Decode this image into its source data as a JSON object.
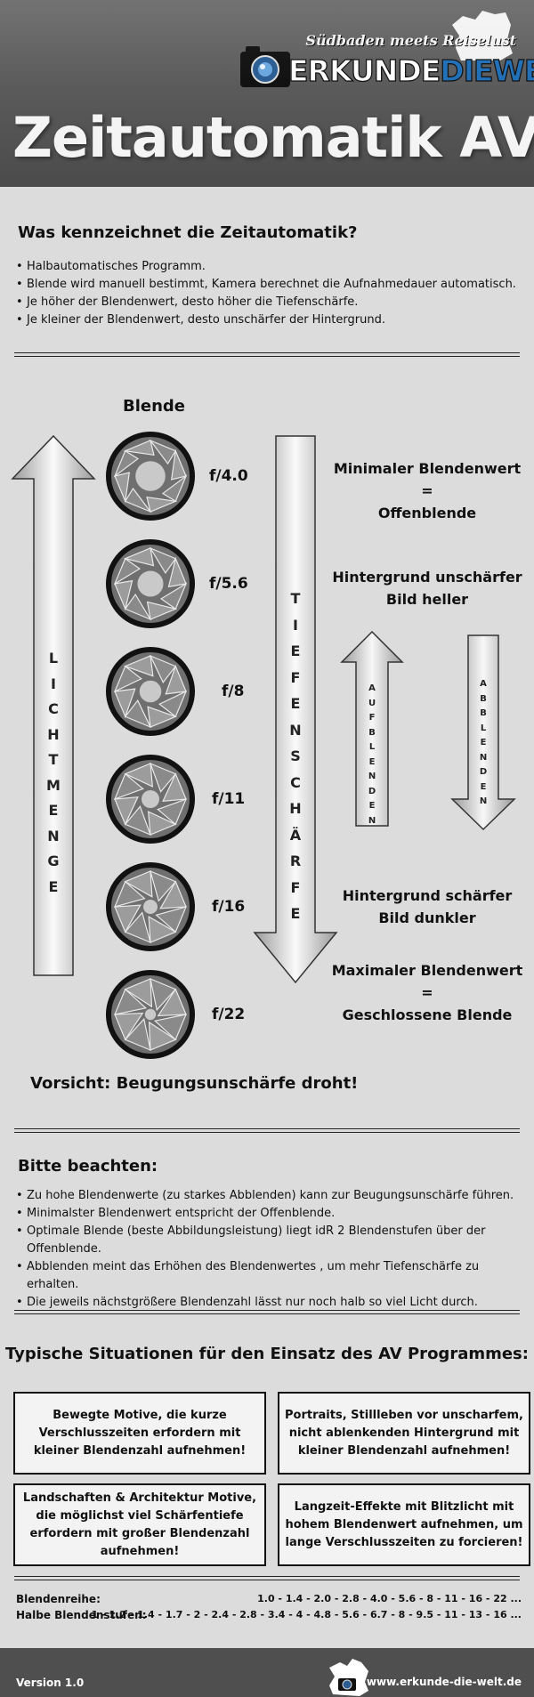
{
  "header": {
    "logo_tagline": "Südbaden meets Reiselust",
    "logo_word_1": "ERKUNDE",
    "logo_word_2": "DIEWELT",
    "title": "Zeitautomatik AV"
  },
  "intro": {
    "heading": "Was kennzeichnet die Zeitautomatik?",
    "bullets": [
      "Halbautomatisches Programm.",
      "Blende wird manuell bestimmt, Kamera berechnet die Aufnahmedauer automatisch.",
      "Je höher der Blendenwert, desto höher die Tiefenschärfe.",
      "Je kleiner der Blendenwert, desto unschärfer der Hintergrund."
    ]
  },
  "diagram": {
    "blende_title": "Blende",
    "left_arrow_text": [
      "L",
      "I",
      "C",
      "H",
      "T",
      "M",
      "E",
      "N",
      "G",
      "E"
    ],
    "middle_arrow_text": [
      "T",
      "I",
      "E",
      "F",
      "E",
      "N",
      "S",
      "C",
      "H",
      "Ä",
      "R",
      "F",
      "E"
    ],
    "apertures": [
      {
        "label": "f/4.0",
        "open": 1.0
      },
      {
        "label": "f/5.6",
        "open": 0.82
      },
      {
        "label": "f/8",
        "open": 0.64
      },
      {
        "label": "f/11",
        "open": 0.46
      },
      {
        "label": "f/16",
        "open": 0.3
      },
      {
        "label": "f/22",
        "open": 0.16
      }
    ],
    "right_text_1a": "Minimaler Blendenwert =",
    "right_text_1b": "Offenblende",
    "right_text_2a": "Hintergrund unschärfer",
    "right_text_2b": "Bild heller",
    "aufblenden": [
      "A",
      "U",
      "F",
      "B",
      "L",
      "E",
      "N",
      "D",
      "E",
      "N"
    ],
    "abblenden": [
      "A",
      "B",
      "B",
      "L",
      "E",
      "N",
      "D",
      "E",
      "N"
    ],
    "right_text_3a": "Hintergrund schärfer",
    "right_text_3b": "Bild dunkler",
    "right_text_4a": "Maximaler Blendenwert =",
    "right_text_4b": "Geschlossene Blende",
    "warning": "Vorsicht: Beugungsunschärfe droht!"
  },
  "notes": {
    "heading": "Bitte beachten:",
    "bullets": [
      "Zu hohe Blendenwerte (zu starkes Abblenden) kann zur Beugungsunschärfe führen.",
      "Minimalster Blendenwert entspricht der Offenblende.",
      "Optimale Blende (beste Abbildungsleistung) liegt idR 2 Blendenstufen über der Offenblende.",
      "Abblenden meint das Erhöhen des Blendenwertes , um mehr Tiefenschärfe zu erhalten.",
      "Die jeweils nächstgrößere Blendenzahl lässt nur noch halb so viel Licht durch."
    ]
  },
  "situations": {
    "heading": "Typische Situationen für den Einsatz des AV Programmes:",
    "boxes": [
      "Bewegte Motive, die kurze Verschlusszeiten erfordern mit kleiner Blendenzahl aufnehmen!",
      "Portraits, Stillleben vor unscharfem, nicht ablenkenden Hintergrund mit kleiner Blendenzahl aufnehmen!",
      "Landschaften & Architektur Motive, die möglichst viel Schärfentiefe erfordern mit großer Blendenzahl aufnehmen!",
      "Langzeit-Effekte mit Blitzlicht mit hohem Blendenwert aufnehmen, um lange Verschlusszeiten zu forcieren!"
    ]
  },
  "series": {
    "row1_label": "Blendenreihe:",
    "row1_value": "1.0 - 1.4 - 2.0 - 2.8 - 4.0 - 5.6 - 8 - 11 - 16 - 22 ...",
    "row2_label": "Halbe Blendenstufen:",
    "row2_value": "1 - 1.2 - 1.4 - 1.7 - 2 - 2.4 - 2.8 - 3.4 - 4 - 4.8 - 5.6 - 6.7 - 8 - 9.5 - 11 - 13 - 16 ..."
  },
  "footer": {
    "version": "Version 1.0",
    "url": "www.erkunde-die-welt.de"
  }
}
